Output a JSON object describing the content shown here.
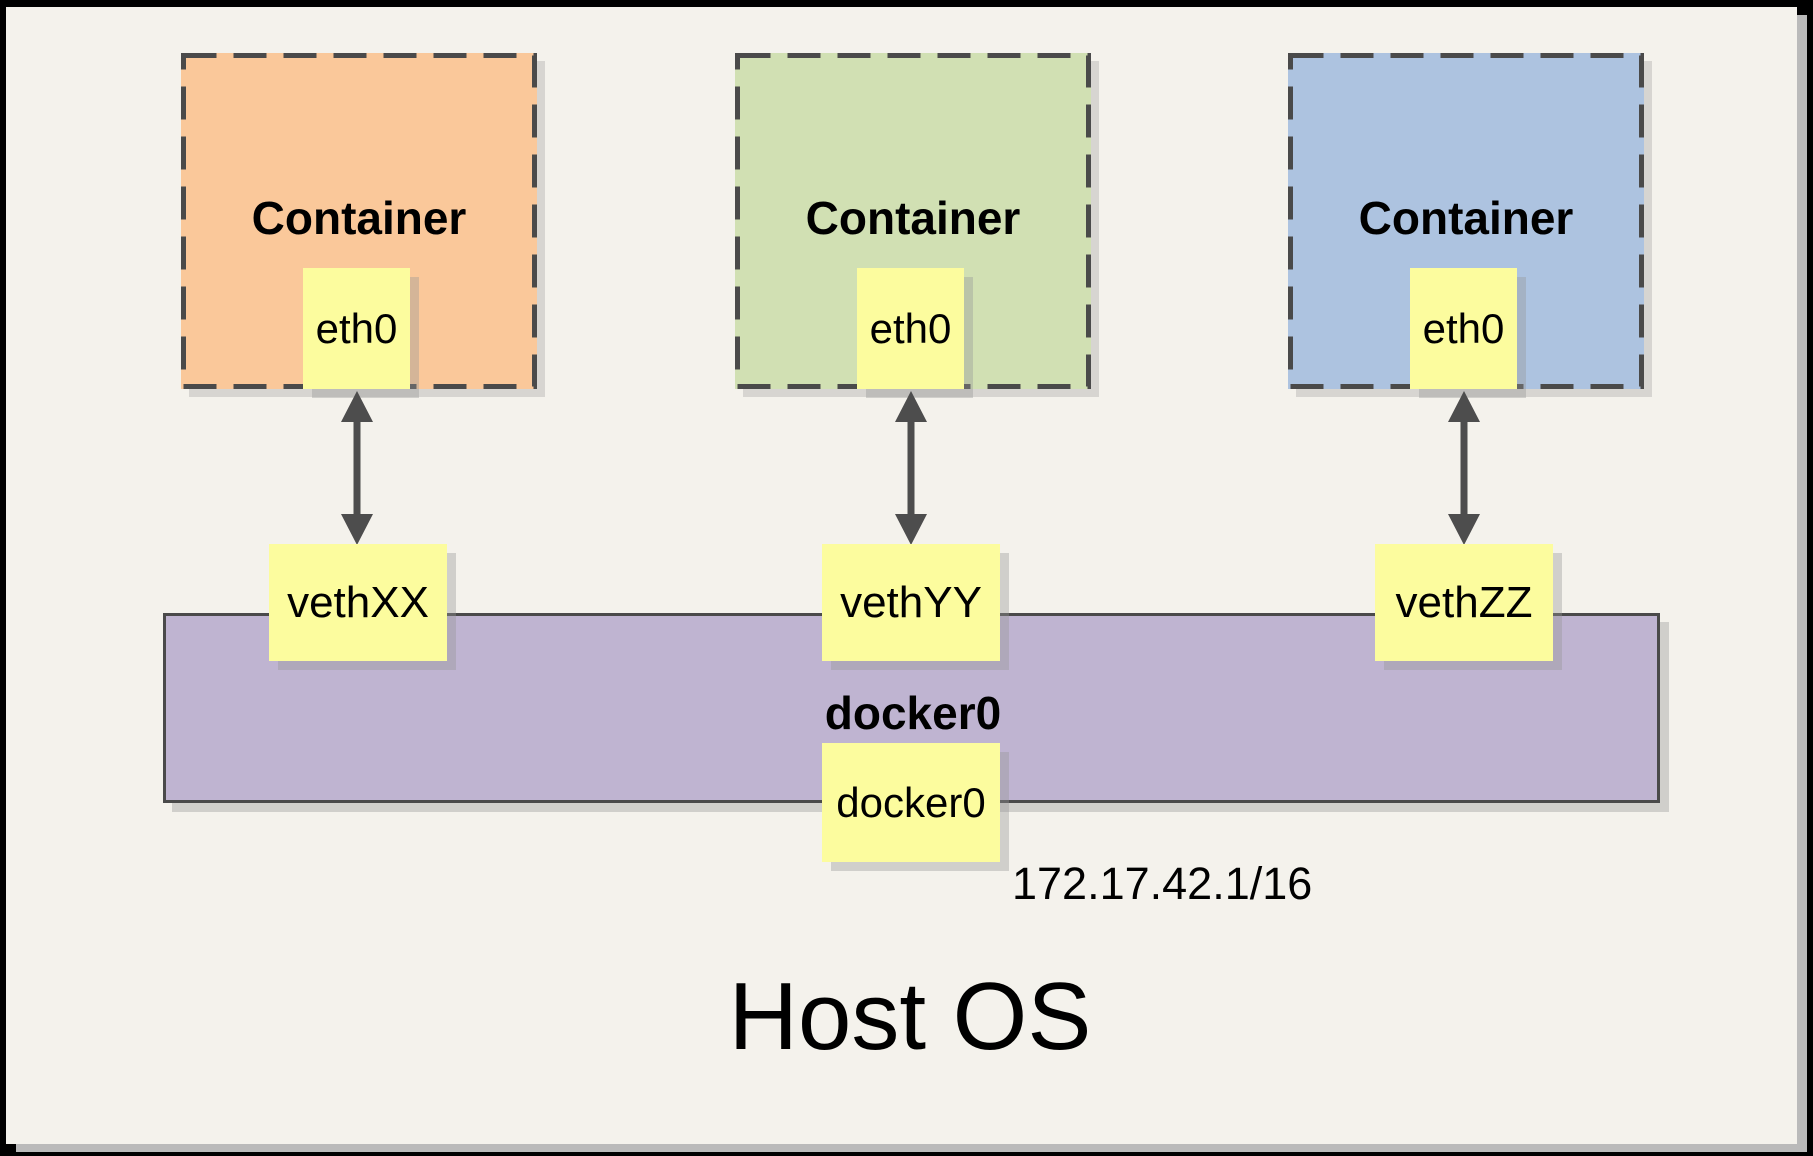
{
  "diagram": {
    "title": "Host OS",
    "ip_annotation": "172.17.42.1/16",
    "bridge": {
      "label": "docker0",
      "interface_label": "docker0"
    },
    "containers": [
      {
        "label": "Container",
        "interface_label": "eth0",
        "veth_label": "vethXX",
        "fill": "#FAC89A"
      },
      {
        "label": "Container",
        "interface_label": "eth0",
        "veth_label": "vethYY",
        "fill": "#D1E0B3"
      },
      {
        "label": "Container",
        "interface_label": "eth0",
        "veth_label": "vethZZ",
        "fill": "#ADC3E0"
      }
    ],
    "colors": {
      "panel_bg": "#F4F2EC",
      "frame": "#000000",
      "note_yellow": "#FCFC9E",
      "bridge_purple": "#BFB4D1",
      "border_dark": "#4A4A4A",
      "arrow_gray": "#4D4D4D",
      "container_orange": "#FAC89A",
      "container_green": "#D1E0B3",
      "container_blue": "#ADC3E0"
    }
  }
}
